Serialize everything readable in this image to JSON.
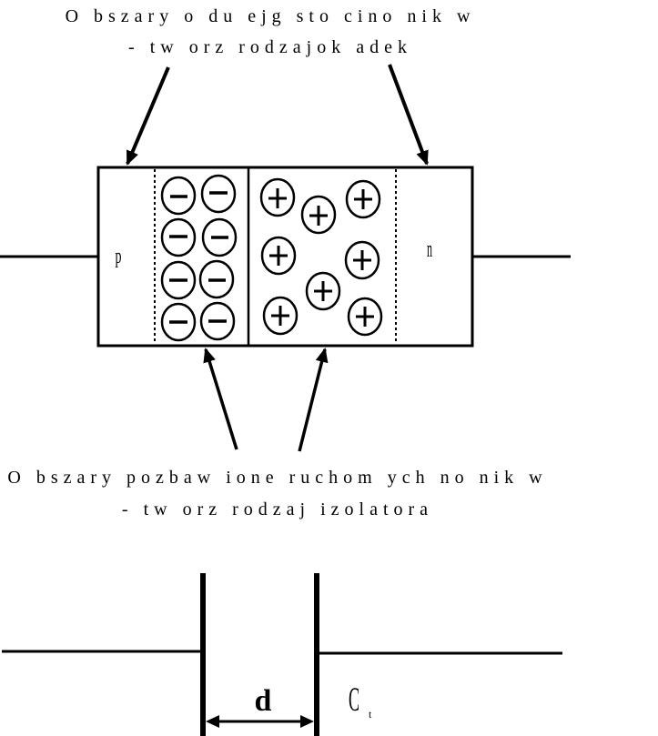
{
  "diagram": {
    "top_caption": {
      "line1": "O bszary o du ejg sto cino nik w",
      "line2": "- tw orz rodzajok adek"
    },
    "bottom_caption": {
      "line1": "O bszary pozbaw ione ruchom ych no nik w",
      "line2": "- tw orz rodzaj izolatora"
    },
    "junction": {
      "p_label": "p",
      "n_label": "n",
      "negative_ions": 8,
      "positive_ions": 8,
      "negative_symbol": "−",
      "positive_symbol": "+"
    },
    "capacitor": {
      "distance_label": "d",
      "capacitance_label": "C",
      "capacitance_subscript": "t"
    },
    "colors": {
      "stroke": "#000000",
      "background": "#ffffff"
    }
  }
}
